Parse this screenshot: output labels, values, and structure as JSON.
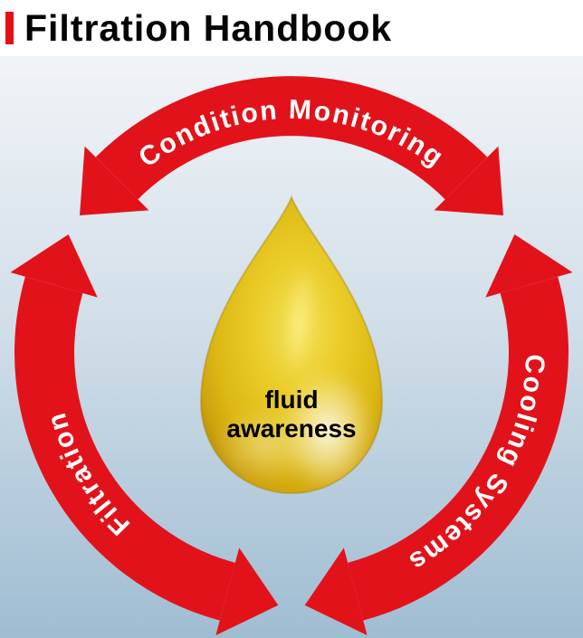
{
  "header": {
    "title": "Filtration Handbook",
    "accent_color": "#e80f13"
  },
  "diagram": {
    "arcs": {
      "top": {
        "label": "Condition Monitoring"
      },
      "right": {
        "label": "Cooling Systems"
      },
      "left": {
        "label": "Filtration"
      }
    },
    "drop": {
      "line1": "fluid",
      "line2": "awareness"
    },
    "colors": {
      "arrow_red": "#e2121b",
      "arc_text": "#ffffff",
      "drop_text": "#000000",
      "bg_top": "#f1f4f7",
      "bg_bottom": "#9fbdd2",
      "drop_gold": "#ddba15"
    }
  }
}
